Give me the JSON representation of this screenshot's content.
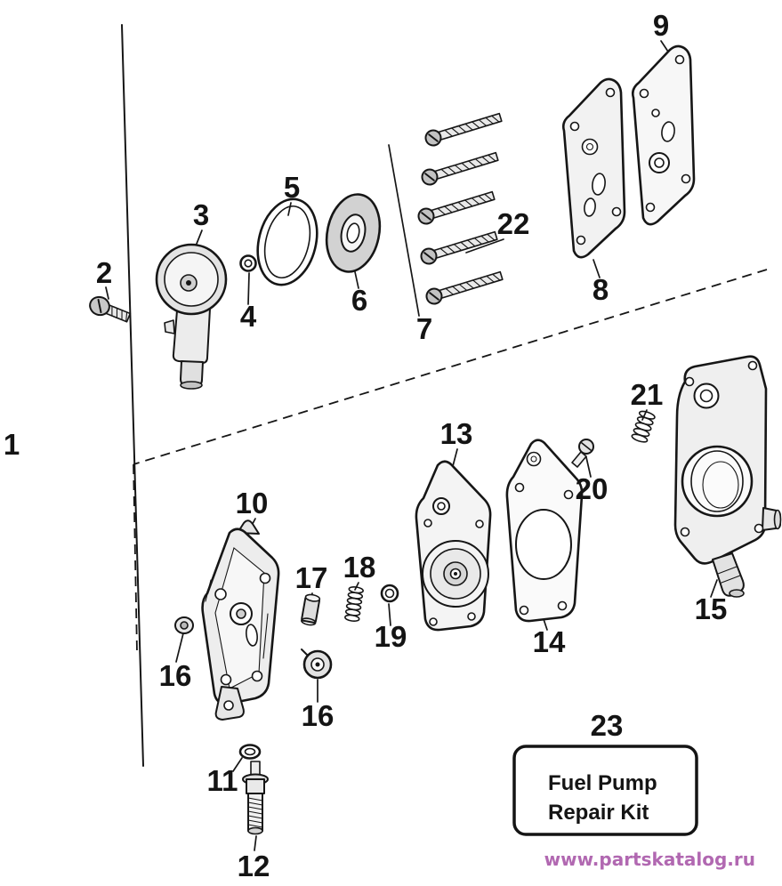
{
  "diagram": {
    "type": "exploded-parts-diagram",
    "ink": "#161616",
    "callouts": {
      "c1": "1",
      "c2": "2",
      "c3": "3",
      "c4": "4",
      "c5": "5",
      "c6": "6",
      "c7": "7",
      "c8": "8",
      "c9": "9",
      "c10": "10",
      "c11": "11",
      "c12": "12",
      "c13": "13",
      "c14": "14",
      "c15": "15",
      "c16a": "16",
      "c16b": "16",
      "c17": "17",
      "c18": "18",
      "c19": "19",
      "c20": "20",
      "c21": "21",
      "c22": "22",
      "c23": "23"
    },
    "kit_box": {
      "line1": "Fuel Pump",
      "line2": "Repair Kit"
    },
    "watermark": {
      "text": "www.partskatalog.ru",
      "color": "#b168b1"
    }
  }
}
